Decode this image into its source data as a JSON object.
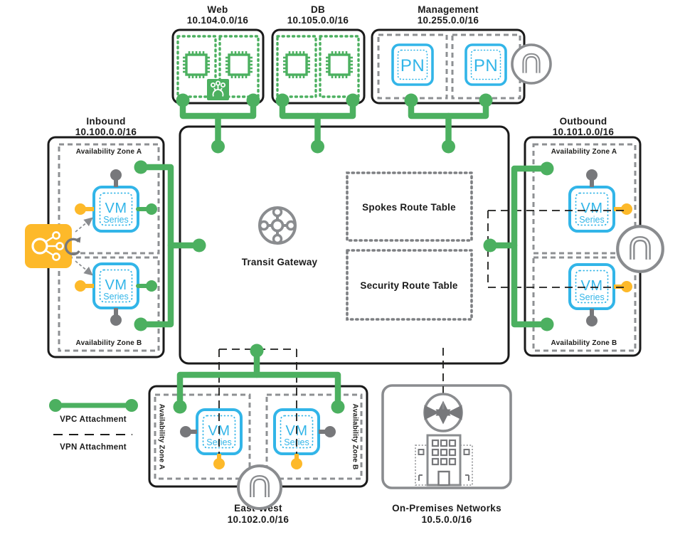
{
  "colors": {
    "vpc_attachment_green": "#4cb060",
    "vm_series_blue": "#32b5e8",
    "interface_yellow": "#fdb92a",
    "icon_grey": "#77787b",
    "dashed_grey": "#939598",
    "outline_black": "#1a1a1a"
  },
  "vpcs": {
    "web": {
      "name": "Web",
      "cidr": "10.104.0.0/16"
    },
    "db": {
      "name": "DB",
      "cidr": "10.105.0.0/16"
    },
    "management": {
      "name": "Management",
      "cidr": "10.255.0.0/16"
    },
    "inbound": {
      "name": "Inbound",
      "cidr": "10.100.0.0/16"
    },
    "outbound": {
      "name": "Outbound",
      "cidr": "10.101.0.0/16"
    },
    "east_west": {
      "name": "East-West",
      "cidr": "10.102.0.0/16"
    },
    "on_premises": {
      "name": "On-Premises Networks",
      "cidr": "10.5.0.0/16"
    }
  },
  "transit_gateway": {
    "label": "Transit Gateway",
    "route_tables": [
      {
        "label": "Spokes Route Table"
      },
      {
        "label": "Security Route Table"
      }
    ]
  },
  "labels": {
    "az_a": "Availability Zone A",
    "az_b": "Availability Zone B",
    "vm_line1": "VM",
    "vm_line2": "Series",
    "pn": "PN"
  },
  "legend": {
    "vpc_attachment": "VPC Attachment",
    "vpn_attachment": "VPN Attachment"
  },
  "icons": [
    "instance-chip-icon",
    "gwlb-endpoint-icon",
    "panorama-icon",
    "transit-gateway-icon",
    "router-icon",
    "datacenter-building-icon",
    "load-balancer-icon",
    "refresh-arrow-icon"
  ]
}
